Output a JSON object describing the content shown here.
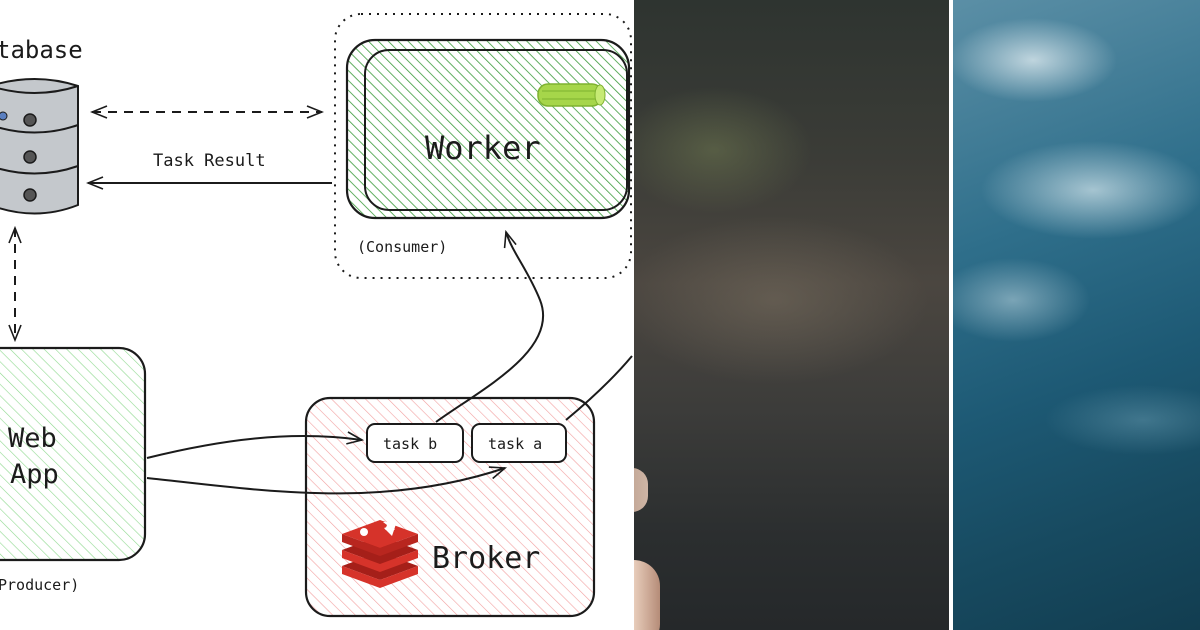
{
  "diagram": {
    "database_label": "tabase",
    "worker_label": "Worker",
    "consumer_label": "(Consumer)",
    "task_result_label": "Task Result",
    "webapp_label_line1": "Web",
    "webapp_label_line2": "App",
    "producer_label": "Producer)",
    "broker_label": "Broker",
    "task_b_label": "task b",
    "task_a_label": "task a"
  },
  "colors": {
    "worker_fill": "#3a9b3a",
    "webapp_fill": "#7ad17a",
    "broker_fill": "#f08a8a",
    "redis_red": "#d6332a",
    "celery_green": "#a6d64a",
    "stroke": "#1b1b1b"
  },
  "icons": {
    "database": "database-cylinder-icon",
    "celery": "celery-stalk-icon",
    "redis": "redis-stack-icon"
  }
}
